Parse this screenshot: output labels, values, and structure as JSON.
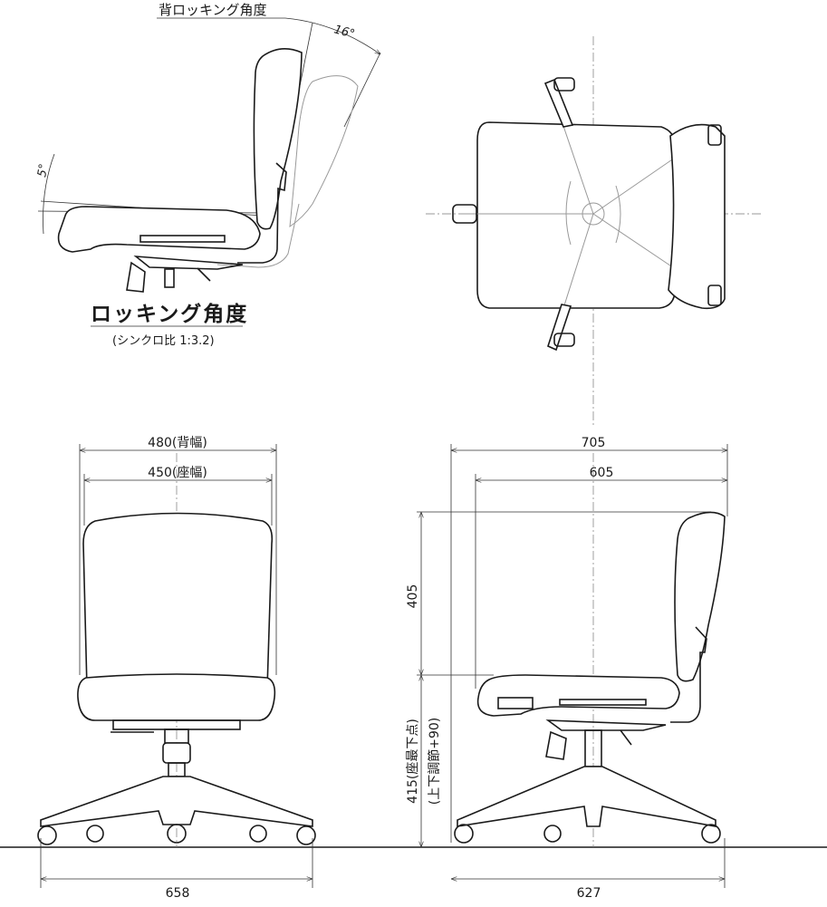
{
  "side_view_top": {
    "back_rocking_label": "背ロッキング角度",
    "back_angle": "16°",
    "seat_angle": "5°",
    "rocking_label": "ロッキング角度",
    "synchro_ratio": "(シンクロ比 1:3.2)"
  },
  "front_view": {
    "back_width": "480(背幅)",
    "seat_width": "450(座幅)",
    "base_width": "658"
  },
  "side_view_bottom": {
    "total_depth": "705",
    "seat_depth": "605",
    "back_height": "405",
    "seat_height": "415(座最下点)",
    "seat_adjust": "(上下調節+90)",
    "base_depth": "627"
  }
}
